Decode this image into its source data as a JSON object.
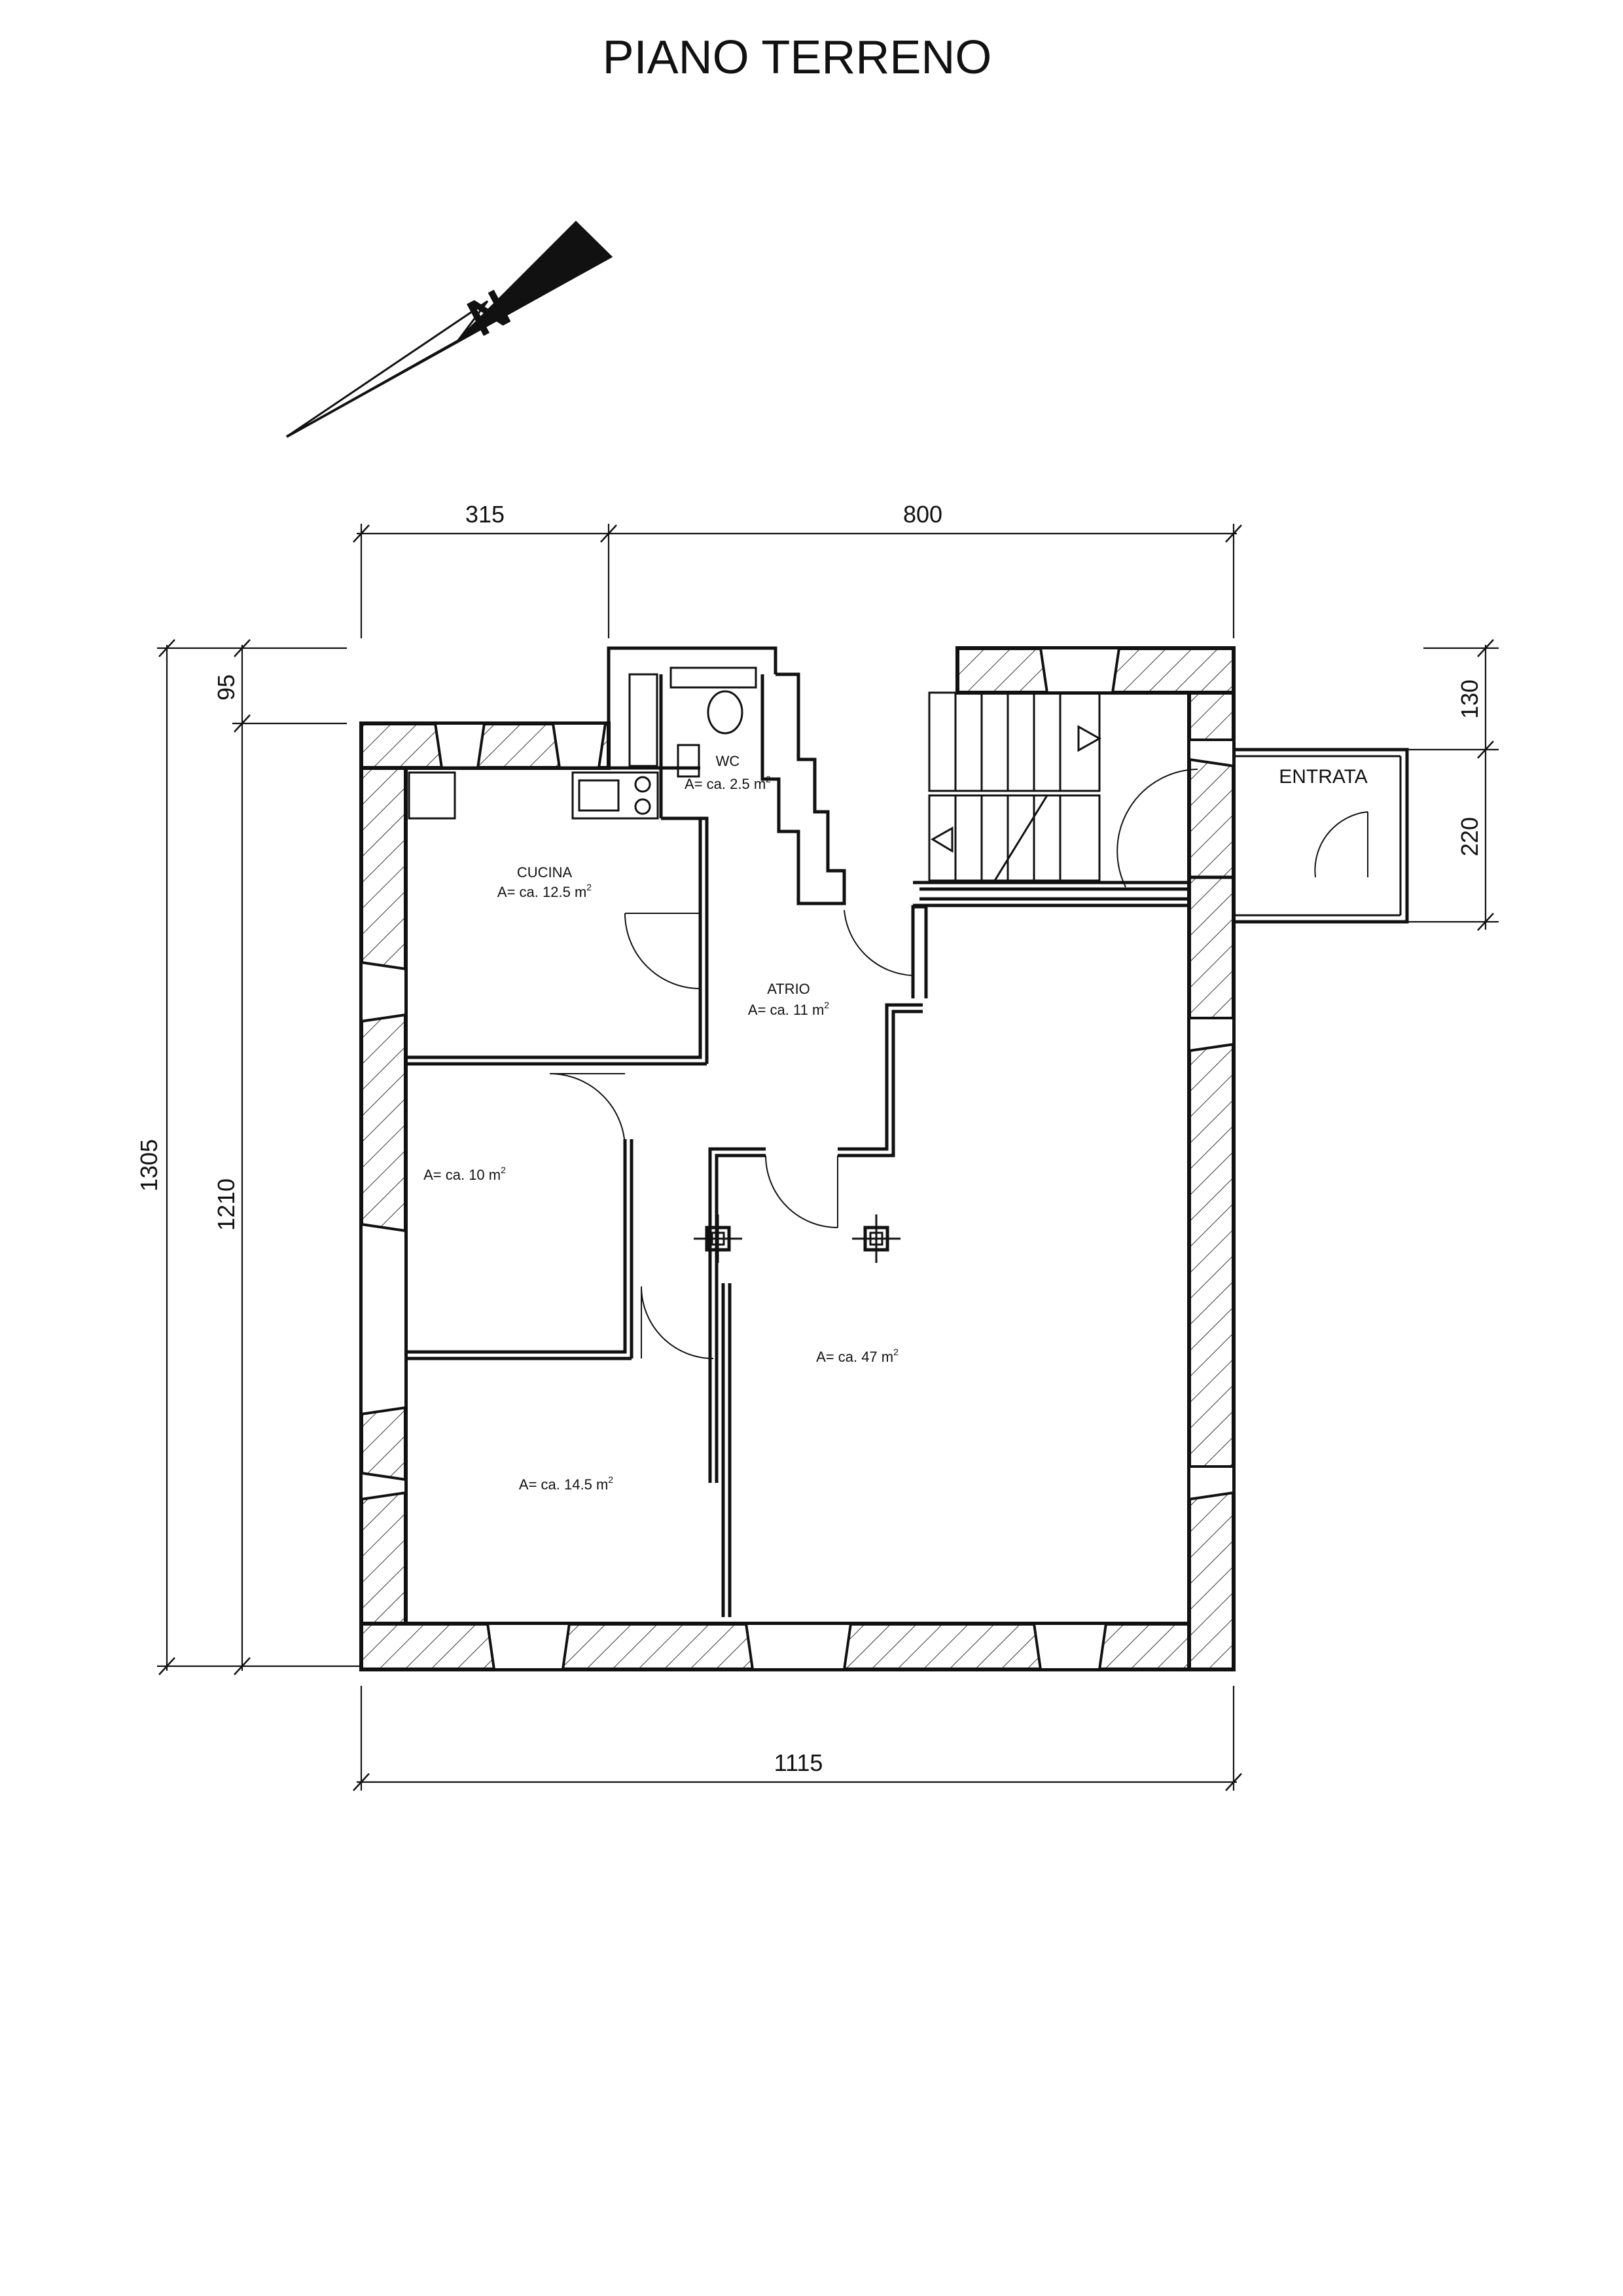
{
  "title": "PIANO TERRENO",
  "north": {
    "letter": "N",
    "icon": "north-arrow-icon"
  },
  "dimensions": {
    "top_left": "315",
    "top_right": "800",
    "bottom": "1115",
    "left_outer": "1305",
    "left_inner": "1210",
    "left_top": "95",
    "right_top": "130",
    "right_bottom": "220"
  },
  "rooms": {
    "cucina": {
      "name": "CUCINA",
      "area_prefix": "A= ca. 12.5 m",
      "area_sup": "2"
    },
    "wc": {
      "name": "WC",
      "area_prefix": "A= ca. 2.5 m",
      "area_sup": "2"
    },
    "atrio": {
      "name": "ATRIO",
      "area_prefix": "A= ca. 11 m",
      "area_sup": "2"
    },
    "room_10": {
      "area_prefix": "A= ca. 10 m",
      "area_sup": "2"
    },
    "room_14": {
      "area_prefix": "A= ca. 14.5 m",
      "area_sup": "2"
    },
    "room_47": {
      "area_prefix": "A= ca. 47 m",
      "area_sup": "2"
    },
    "entrata": {
      "name": "ENTRATA"
    }
  }
}
